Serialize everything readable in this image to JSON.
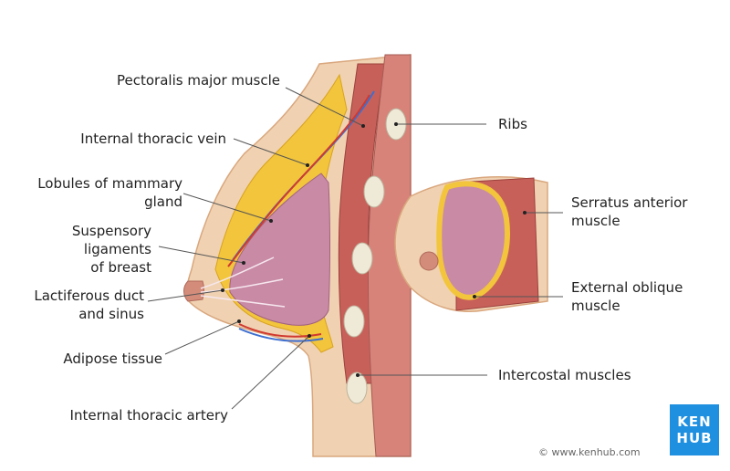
{
  "labels": {
    "pectoralis": "Pectoralis major muscle",
    "thoracic_vein": "Internal thoracic vein",
    "lobules_1": "Lobules of mammary",
    "lobules_2": "gland",
    "suspensory_1": "Suspensory",
    "suspensory_2": "ligaments",
    "suspensory_3": "of breast",
    "lactiferous_1": "Lactiferous duct",
    "lactiferous_2": "and sinus",
    "adipose": "Adipose tissue",
    "thoracic_artery": "Internal thoracic artery",
    "ribs": "Ribs",
    "serratus_1": "Serratus anterior",
    "serratus_2": "muscle",
    "oblique_1": "External oblique",
    "oblique_2": "muscle",
    "intercostal": "Intercostal muscles"
  },
  "credit": "© www.kenhub.com",
  "logo": {
    "line1": "KEN",
    "line2": "HUB"
  },
  "colors": {
    "skin": "#f0d2b2",
    "fat": "#f2c53c",
    "muscle": "#c8605a",
    "lobule": "#c98aa6",
    "vein": "#3d6fd0",
    "artery": "#d0392f",
    "bone": "#efe9d8",
    "brand": "#1f8fe0"
  }
}
